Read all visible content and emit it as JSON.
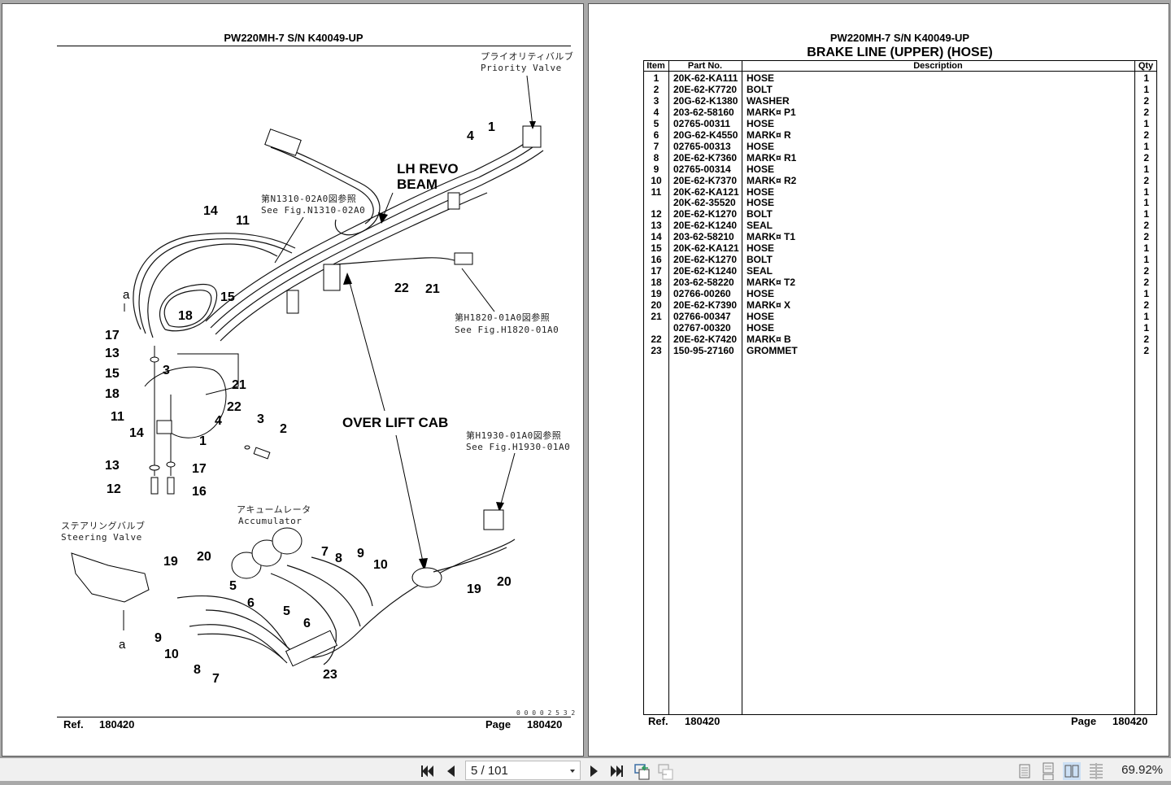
{
  "document": {
    "model_header": "PW220MH-7 S/N K40049-UP",
    "section_title": "BRAKE LINE (UPPER) (HOSE)"
  },
  "left_page": {
    "header": "PW220MH-7 S/N K40049-UP",
    "ref_label": "Ref.",
    "ref_value": "180420",
    "page_label": "Page",
    "page_value": "180420",
    "drawing_number": "0 0 0 0 2 5 3 2",
    "annotations": {
      "priority_valve_jp": "プライオリティバルブ",
      "priority_valve_en": "Priority Valve",
      "lh_revo_beam_1": "LH REVO",
      "lh_revo_beam_2": "BEAM",
      "see_n1310_jp": "第N1310-02A0図参照",
      "see_n1310_en": "See Fig.N1310-02A0",
      "see_h1820_jp": "第H1820-01A0図参照",
      "see_h1820_en": "See Fig.H1820-01A0",
      "see_h1930_jp": "第H1930-01A0図参照",
      "see_h1930_en": "See Fig.H1930-01A0",
      "over_lift_cab": "OVER LIFT CAB",
      "steering_valve_jp": "ステアリングバルブ",
      "steering_valve_en": "Steering Valve",
      "accumulator_jp": "アキュームレータ",
      "accumulator_en": "Accumulator",
      "view_marker": "a"
    },
    "callouts": [
      "1",
      "4",
      "14",
      "11",
      "15",
      "18",
      "22",
      "21",
      "17",
      "13",
      "3",
      "15",
      "18",
      "11",
      "14",
      "21",
      "22",
      "4",
      "3",
      "2",
      "1",
      "13",
      "17",
      "12",
      "16",
      "19",
      "20",
      "7",
      "8",
      "9",
      "10",
      "5",
      "6",
      "5",
      "6",
      "9",
      "10",
      "8",
      "7",
      "23",
      "19",
      "20"
    ]
  },
  "right_page": {
    "header": "PW220MH-7 S/N K40049-UP",
    "title": "BRAKE LINE (UPPER) (HOSE)",
    "columns": [
      "Item",
      "Part No.",
      "Description",
      "Qty"
    ],
    "rows": [
      {
        "item": "1",
        "part_no": "20K-62-KA111",
        "description": "HOSE",
        "qty": "1"
      },
      {
        "item": "2",
        "part_no": "20E-62-K7720",
        "description": "BOLT",
        "qty": "1"
      },
      {
        "item": "3",
        "part_no": "20G-62-K1380",
        "description": "WASHER",
        "qty": "2"
      },
      {
        "item": "4",
        "part_no": "203-62-58160",
        "description": "MARK¤ P1",
        "qty": "2"
      },
      {
        "item": "5",
        "part_no": "02765-00311",
        "description": "HOSE",
        "qty": "1"
      },
      {
        "item": "6",
        "part_no": "20G-62-K4550",
        "description": "MARK¤ R",
        "qty": "2"
      },
      {
        "item": "7",
        "part_no": "02765-00313",
        "description": "HOSE",
        "qty": "1"
      },
      {
        "item": "8",
        "part_no": "20E-62-K7360",
        "description": "MARK¤ R1",
        "qty": "2"
      },
      {
        "item": "9",
        "part_no": "02765-00314",
        "description": "HOSE",
        "qty": "1"
      },
      {
        "item": "10",
        "part_no": "20E-62-K7370",
        "description": "MARK¤ R2",
        "qty": "2"
      },
      {
        "item": "11",
        "part_no": "20K-62-KA121",
        "description": "HOSE",
        "qty": "1"
      },
      {
        "item": "",
        "part_no": "20K-62-35520",
        "description": "HOSE",
        "qty": "1"
      },
      {
        "item": "12",
        "part_no": "20E-62-K1270",
        "description": "BOLT",
        "qty": "1"
      },
      {
        "item": "13",
        "part_no": "20E-62-K1240",
        "description": "SEAL",
        "qty": "2"
      },
      {
        "item": "14",
        "part_no": "203-62-58210",
        "description": "MARK¤ T1",
        "qty": "2"
      },
      {
        "item": "15",
        "part_no": "20K-62-KA121",
        "description": "HOSE",
        "qty": "1"
      },
      {
        "item": "16",
        "part_no": "20E-62-K1270",
        "description": "BOLT",
        "qty": "1"
      },
      {
        "item": "17",
        "part_no": "20E-62-K1240",
        "description": "SEAL",
        "qty": "2"
      },
      {
        "item": "18",
        "part_no": "203-62-58220",
        "description": "MARK¤ T2",
        "qty": "2"
      },
      {
        "item": "19",
        "part_no": "02766-00260",
        "description": "HOSE",
        "qty": "1"
      },
      {
        "item": "20",
        "part_no": "20E-62-K7390",
        "description": "MARK¤ X",
        "qty": "2"
      },
      {
        "item": "21",
        "part_no": "02766-00347",
        "description": "HOSE",
        "qty": "1"
      },
      {
        "item": "",
        "part_no": "02767-00320",
        "description": "HOSE",
        "qty": "1"
      },
      {
        "item": "22",
        "part_no": "20E-62-K7420",
        "description": "MARK¤ B",
        "qty": "2"
      },
      {
        "item": "23",
        "part_no": "150-95-27160",
        "description": "GROMMET",
        "qty": "2"
      }
    ],
    "ref_label": "Ref.",
    "ref_value": "180420",
    "page_label": "Page",
    "page_value": "180420"
  },
  "toolbar": {
    "page_indicator": "5 / 101",
    "zoom_level": "69.92%",
    "buttons": [
      "first-page",
      "previous-page",
      "next-page",
      "last-page",
      "previous-view",
      "next-view"
    ],
    "view_modes": [
      "single-page",
      "single-page-continuous",
      "two-page",
      "two-page-continuous"
    ],
    "active_view_mode": "two-page"
  }
}
